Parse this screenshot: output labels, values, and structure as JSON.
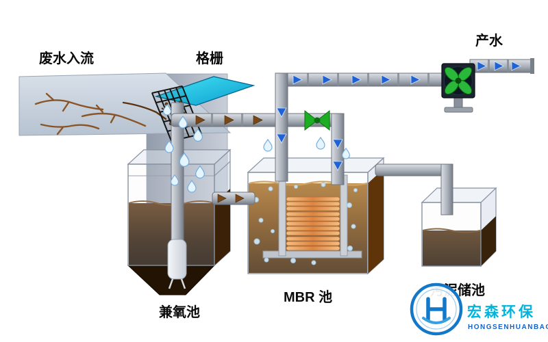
{
  "labels": {
    "inflow": "废水入流",
    "screen": "格栅",
    "product_water": "产水",
    "anoxic_tank": "兼氧池",
    "mbr_tank": "MBR 池",
    "sludge_tank": "污泥储池"
  },
  "watermark": {
    "cn": "宏森环保",
    "en": "HONGSENHUANBAO"
  },
  "colors": {
    "arrow_blue": "#1f62d4",
    "arrow_brown": "#7a4818",
    "valve_green": "#1cae22",
    "fan_green": "#2ab83a",
    "membrane_orange": "#d96a14",
    "screen_cyan": "#18c0e8",
    "logo_blue": "#1478c8",
    "brand_cyan": "#00b4dc",
    "brand_blue": "#1464c8"
  }
}
